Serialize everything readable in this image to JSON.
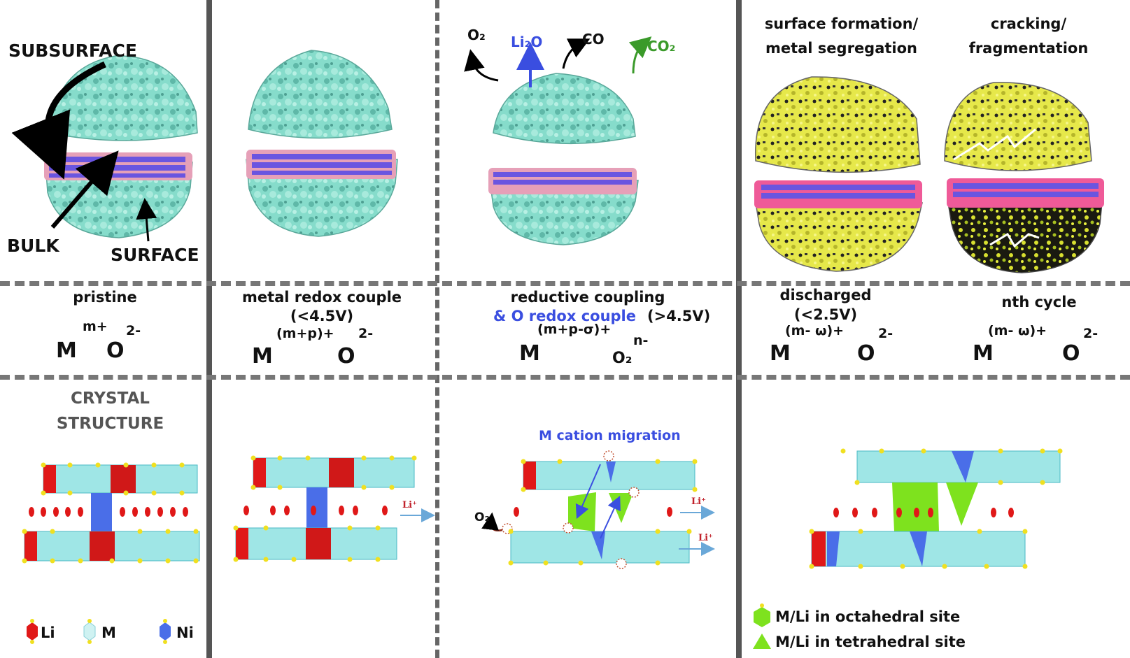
{
  "labels": {
    "subsurface": "SUBSURFACE",
    "bulk": "BULK",
    "surface": "SURFACE",
    "crystal_structure": "CRYSTAL STRUCTURE",
    "m_cation_migration": "M cation migration"
  },
  "panels": [
    {
      "title": "pristine",
      "formula_m": "M",
      "sup_m": "m+",
      "formula_o": "O",
      "sup_o": "2-"
    },
    {
      "title": "metal redox couple",
      "subtitle": "(<4.5V)",
      "formula_m": "M",
      "sup_m": "(m+p)+",
      "formula_o": "O",
      "sup_o": "2-"
    },
    {
      "title": "reductive coupling",
      "subtitle_a": "& O redox couple",
      "subtitle_b": "(>4.5V)",
      "formula_m": "M",
      "sup_m": "(m+p-σ)+",
      "formula_o": "O₂",
      "sup_o": "n-"
    },
    {
      "title": "discharged",
      "subtitle": "(<2.5V)",
      "formula_m": "M",
      "sup_m": "(m- ω)+",
      "formula_o": "O",
      "sup_o": "2-"
    },
    {
      "title": "nth cycle",
      "formula_m": "M",
      "sup_m": "(m- ω)+",
      "formula_o": "O",
      "sup_o": "2-"
    }
  ],
  "top_titles": {
    "surface_formation": "surface formation/",
    "metal_segregation": "metal segregation",
    "cracking": "cracking/",
    "fragmentation": "fragmentation"
  },
  "gases": {
    "o2": "O₂",
    "li2o": "Li₂O",
    "co": "CO",
    "co2": "CO₂",
    "o2_bottom": "O₂"
  },
  "li_plus": "Li⁺",
  "legend": {
    "li": "Li",
    "m": "M",
    "ni": "Ni",
    "octahedral": "M/Li in octahedral site",
    "tetrahedral": "M/Li in tetrahedral site"
  },
  "colors": {
    "particle": "#7fd8c6",
    "particle_yellow": "#e8e85a",
    "layer_blue": "#6a55e0",
    "layer_pink": "#e6a0b8",
    "li_red": "#e01818",
    "m_cyan": "#9fe6e6",
    "ni_blue": "#4a6ee8",
    "green_site": "#7ee21e",
    "accent_blue": "#3a4ee0",
    "co2_green": "#3a9a2a"
  }
}
